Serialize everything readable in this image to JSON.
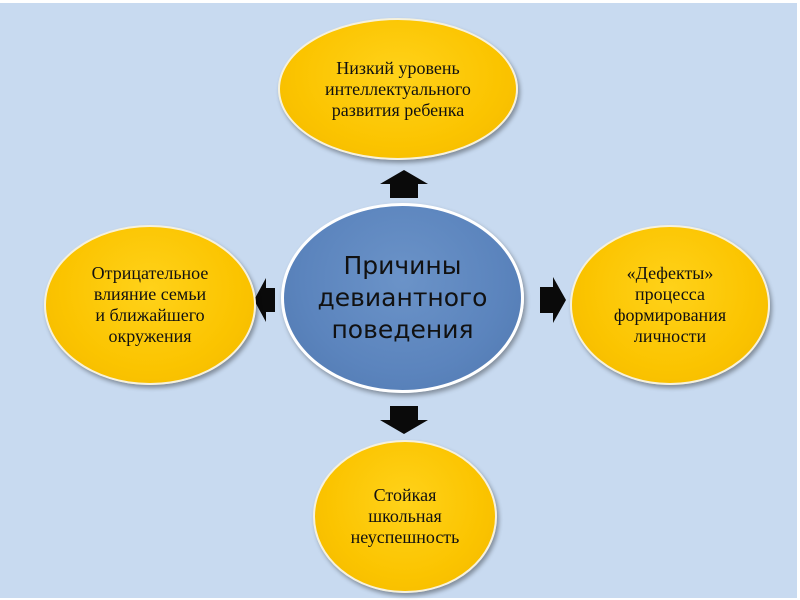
{
  "diagram": {
    "center": {
      "lines": [
        "Причины",
        "девиантного",
        "поведения"
      ]
    },
    "causes": {
      "top": {
        "lines": [
          "Низкий уровень",
          "интеллектуального",
          "развития ребенка"
        ]
      },
      "left": {
        "lines": [
          "Отрицательное",
          "влияние семьи",
          "и ближайшего",
          "окружения"
        ]
      },
      "right": {
        "lines": [
          "«Дефекты»",
          "процесса",
          "формирования",
          "личности"
        ]
      },
      "bottom": {
        "lines": [
          "Стойкая",
          "школьная",
          "неуспешность"
        ]
      }
    },
    "colors": {
      "background": "#c8daf0",
      "cause_fill": "#fbc400",
      "center_fill": "#5b84bd",
      "arrow": "#0a0a0a"
    }
  }
}
